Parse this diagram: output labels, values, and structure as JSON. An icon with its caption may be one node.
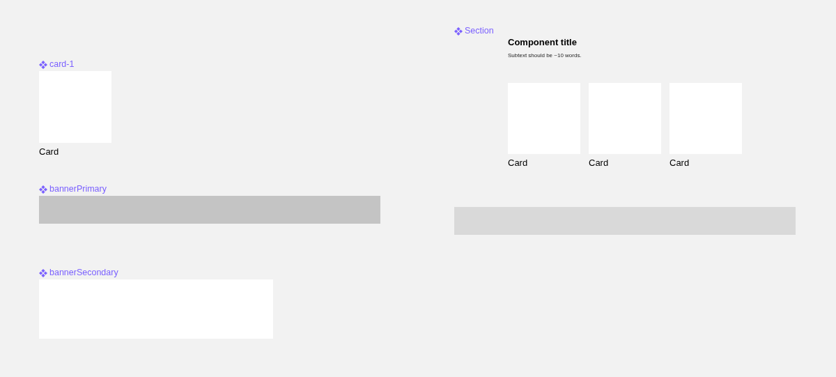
{
  "diagram": {
    "nodes": [
      {
        "text": [
          "card-1"
        ],
        "beside": [
          "Card"
        ]
      },
      {
        "text": [
          "bannerPrimary"
        ]
      },
      {
        "text": [
          "bannerSecondary"
        ]
      },
      {
        "text": [],
        "shape": "box",
        "beside": [
          "Card"
        ]
      },
      {
        "text": [],
        "shape": "box",
        "beside": [
          "Card"
        ]
      },
      {
        "text": [],
        "shape": "box",
        "beside": [
          "Card"
        ]
      },
      {
        "text": [],
        "shape": "bar"
      }
    ],
    "labels": [
      "Section",
      "Component title",
      "Subtext should be ~10 words."
    ]
  }
}
